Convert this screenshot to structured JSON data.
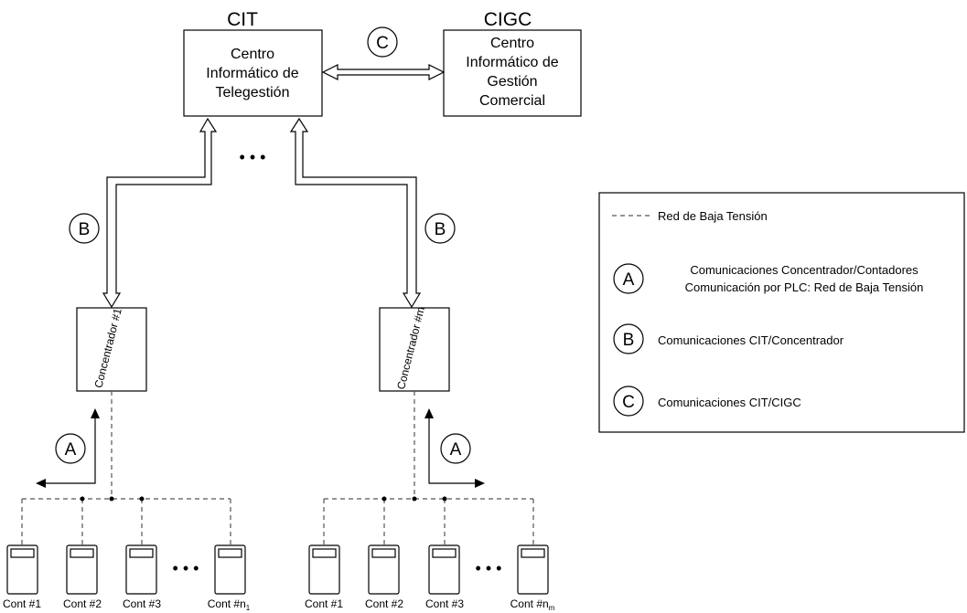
{
  "nodes": {
    "cit": {
      "header": "CIT",
      "lines": [
        "Centro",
        "Informático de",
        "Telegestión"
      ]
    },
    "cigc": {
      "header": "CIGC",
      "lines": [
        "Centro",
        "Informático de",
        "Gestión",
        "Comercial"
      ]
    },
    "concentrator_1": {
      "label": "Concentrador #1"
    },
    "concentrator_m": {
      "label": "Concentrador #m"
    }
  },
  "link_markers": {
    "a": "A",
    "b": "B",
    "c": "C"
  },
  "ellipsis": "• • •",
  "meters_group_1": {
    "labels": [
      "Cont #1",
      "Cont #2",
      "Cont #3"
    ],
    "last_label_base": "Cont #n",
    "last_label_sub": "1"
  },
  "meters_group_m": {
    "labels": [
      "Cont #1",
      "Cont #2",
      "Cont #3"
    ],
    "last_label_base": "Cont #n",
    "last_label_sub": "m"
  },
  "legend": {
    "low_voltage": "Red de Baja Tensión",
    "a_line1": "Comunicaciones Concentrador/Contadores",
    "a_line2": "Comunicación por PLC: Red de Baja Tensión",
    "b_text": "Comunicaciones CIT/Concentrador",
    "c_text": "Comunicaciones CIT/CIGC"
  }
}
